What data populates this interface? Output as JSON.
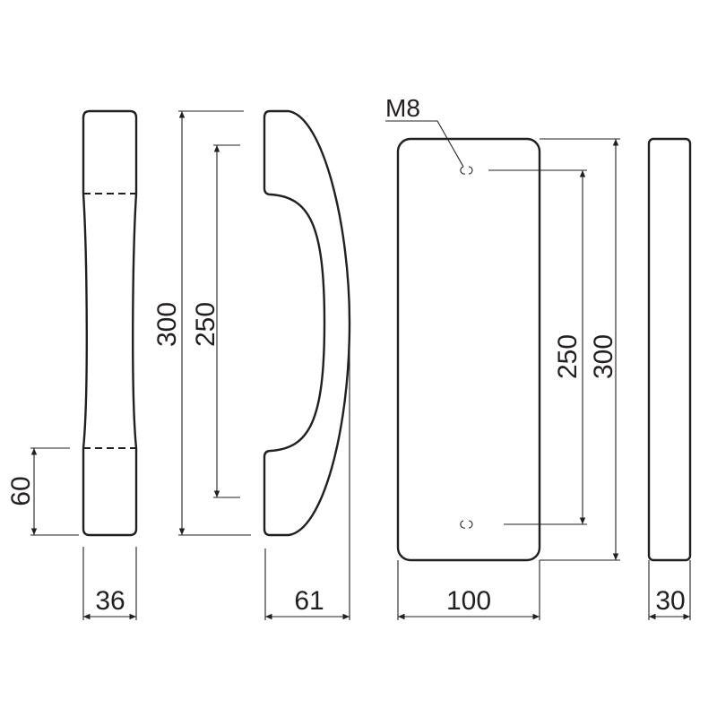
{
  "drawing": {
    "front_view": {
      "width_label": "36",
      "grip_end_label": "60"
    },
    "side_view": {
      "overall_length_label": "300",
      "hole_spacing_label": "250",
      "depth_label": "61"
    },
    "base_plate_view": {
      "thread_label": "M8",
      "hole_spacing_label": "250",
      "overall_length_label": "300",
      "width_label": "100"
    },
    "plate_edge_view": {
      "thickness_label": "30"
    },
    "colors": {
      "line": "#231f20",
      "background": "#ffffff"
    }
  }
}
